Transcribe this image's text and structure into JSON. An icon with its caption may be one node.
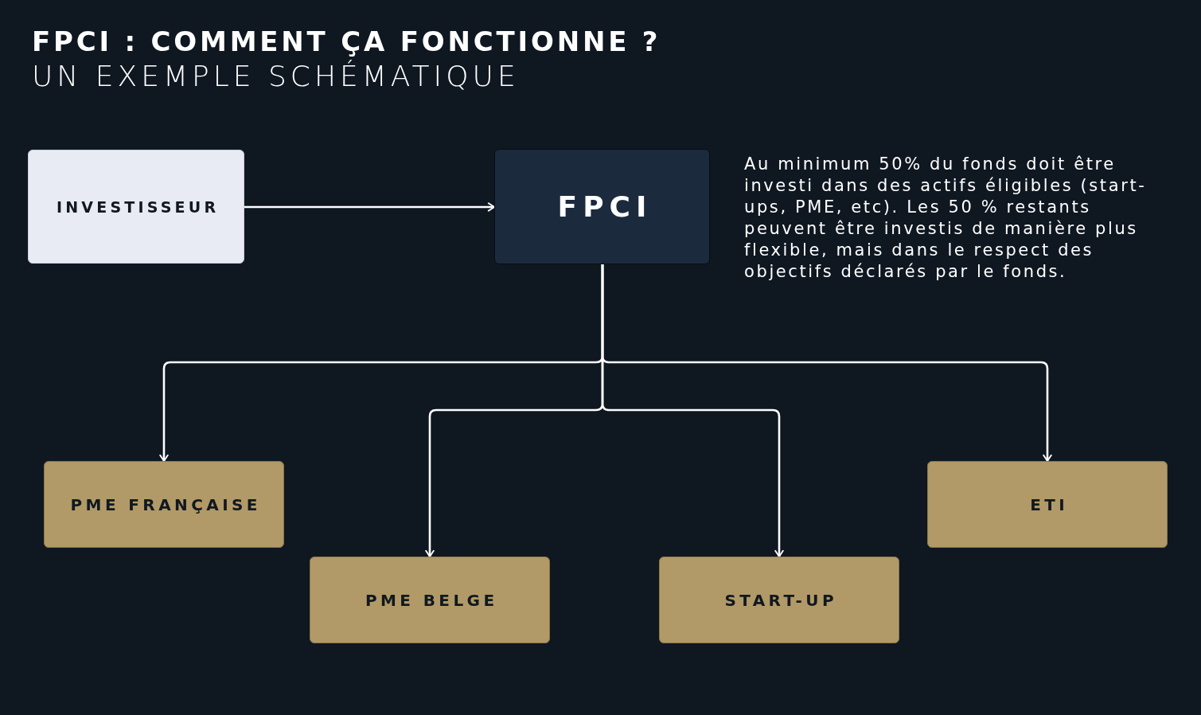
{
  "diagram": {
    "title": "FPCI : COMMENT ÇA FONCTIONNE ?",
    "nodes": [
      {
        "text": [
          "INVESTISSEUR"
        ]
      },
      {
        "text": [
          "FPCI"
        ]
      },
      {
        "text": [
          "PME FRANÇAISE"
        ]
      },
      {
        "text": [
          "PME BELGE"
        ]
      },
      {
        "text": [
          "START-UP"
        ]
      },
      {
        "text": [
          "ETI"
        ]
      }
    ],
    "edges": [
      {
        "from": 0,
        "to": 1,
        "arrow": "to"
      },
      {
        "from": 1,
        "to": 2,
        "arrow": "to"
      },
      {
        "from": 1,
        "to": 3,
        "arrow": "to"
      },
      {
        "from": 1,
        "to": 4,
        "arrow": "to"
      },
      {
        "from": 1,
        "to": 5,
        "arrow": "to"
      }
    ],
    "labels": [
      "UN EXEMPLE SCHÉMATIQUE",
      "Au minimum 50% du fonds doit être investi dans des actifs éligibles (start-ups, PME, etc). Les 50 % restants peuvent être investis de manière plus flexible, mais dans le respect des objectifs déclarés par le fonds."
    ]
  }
}
